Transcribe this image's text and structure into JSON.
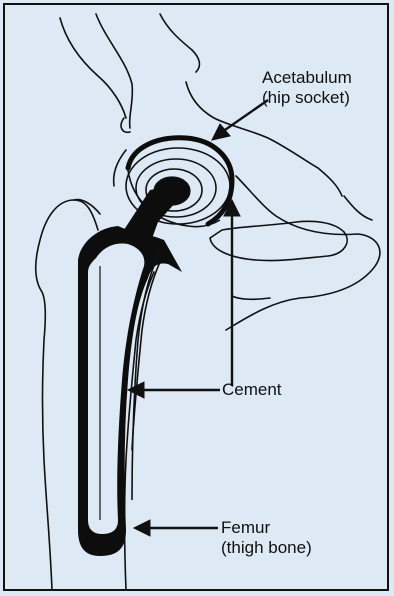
{
  "labels": {
    "acetabulum": {
      "name": "Acetabulum",
      "note": "(hip socket)"
    },
    "cement": {
      "name": "Cement"
    },
    "femur": {
      "name": "Femur",
      "note": "(thigh bone)"
    }
  },
  "colors": {
    "background": "#dde9f5",
    "ink": "#111111",
    "implant": "#0d0d0d"
  }
}
